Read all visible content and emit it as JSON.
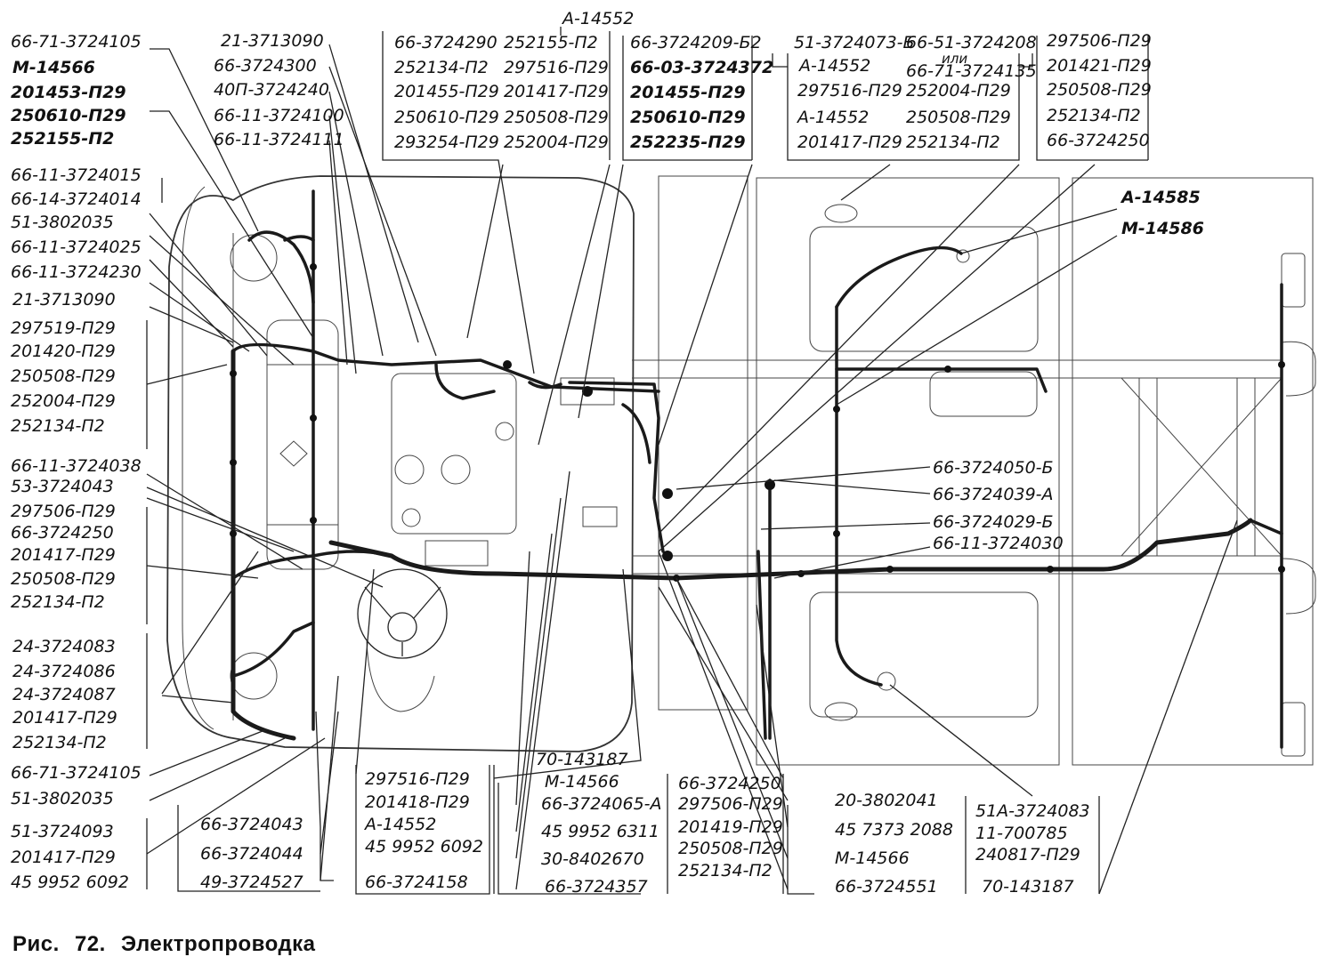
{
  "caption": {
    "prefix": "Рис.",
    "number": "72.",
    "title": "Электропроводка"
  },
  "groups": [
    {
      "name": "top-left-block",
      "lines": [
        "66-71-3724105",
        "М-14566",
        "201453-П29",
        "250610-П29",
        "252155-П2"
      ]
    },
    {
      "name": "left-single-1",
      "lines": [
        "66-11-3724015",
        "66-14-3724014",
        "51-3802035",
        "66-11-3724025",
        "66-11-3724230",
        "21-3713090"
      ]
    },
    {
      "name": "left-block-2",
      "lines": [
        "297519-П29",
        "201420-П29",
        "250508-П29",
        "252004-П29",
        "252134-П2"
      ]
    },
    {
      "name": "left-single-2",
      "lines": [
        "66-11-3724038",
        "53-3724043"
      ]
    },
    {
      "name": "left-block-3",
      "lines": [
        "297506-П29",
        "66-3724250",
        "201417-П29",
        "250508-П29",
        "252134-П2"
      ]
    },
    {
      "name": "left-block-4",
      "lines": [
        "24-3724083",
        "24-3724086",
        "24-3724087",
        "201417-П29",
        "252134-П2"
      ]
    },
    {
      "name": "left-single-3",
      "lines": [
        "66-71-3724105",
        "51-3802035"
      ]
    },
    {
      "name": "left-block-5",
      "lines": [
        "51-3724093",
        "201417-П29",
        "45 9952 6092"
      ]
    },
    {
      "name": "top-col-2",
      "lines": [
        "21-3713090",
        "66-3724300",
        "40П-3724240",
        "66-11-3724100",
        "66-11-3724111"
      ]
    },
    {
      "name": "top-block-3a",
      "lines": [
        "66-3724290",
        "252134-П2",
        "201455-П29",
        "250610-П29",
        "293254-П29"
      ]
    },
    {
      "name": "top-block-3b",
      "header": "А-14552",
      "lines": [
        "252155-П2",
        "297516-П29",
        "201417-П29",
        "250508-П29",
        "252004-П29"
      ]
    },
    {
      "name": "top-block-4",
      "lines": [
        "66-3724209-Б2",
        "66-03-3724372",
        "201455-П29",
        "250610-П29",
        "252235-П29"
      ]
    },
    {
      "name": "top-block-5a",
      "lines": [
        "51-3724073-Б",
        "А-14552",
        "297516-П29",
        "А-14552",
        "201417-П29"
      ]
    },
    {
      "name": "top-block-5b",
      "lines": [
        "66-51-3724208",
        "или",
        "66-71-3724135",
        "252004-П29",
        "250508-П29",
        "252134-П2"
      ]
    },
    {
      "name": "top-block-6",
      "lines": [
        "297506-П29",
        "201421-П29",
        "250508-П29",
        "252134-П2",
        "66-3724250"
      ]
    },
    {
      "name": "right-single",
      "lines": [
        "А-14585",
        "М-14586"
      ]
    },
    {
      "name": "right-mid",
      "lines": [
        "66-3724050-Б",
        "66-3724039-А",
        "66-3724029-Б",
        "66-11-3724030"
      ]
    },
    {
      "name": "bottom-col-1",
      "lines": [
        "66-3724043",
        "66-3724044",
        "49-3724527"
      ]
    },
    {
      "name": "bottom-col-2",
      "lines": [
        "297516-П29",
        "201418-П29",
        "А-14552",
        "45 9952 6092",
        "66-3724158"
      ]
    },
    {
      "name": "bottom-col-3",
      "lines": [
        "70-143187",
        "М-14566",
        "66-3724065-А",
        "45 9952 6311",
        "30-8402670",
        "66-3724357"
      ]
    },
    {
      "name": "bottom-col-4",
      "lines": [
        "66-3724250",
        "297506-П29",
        "201419-П29",
        "250508-П29",
        "252134-П2"
      ]
    },
    {
      "name": "bottom-col-5",
      "lines": [
        "20-3802041",
        "45 7373 2088",
        "М-14566",
        "66-3724551"
      ]
    },
    {
      "name": "bottom-col-6",
      "lines": [
        "51А-3724083",
        "11-700785",
        "240817-П29",
        "70-143187"
      ]
    }
  ]
}
